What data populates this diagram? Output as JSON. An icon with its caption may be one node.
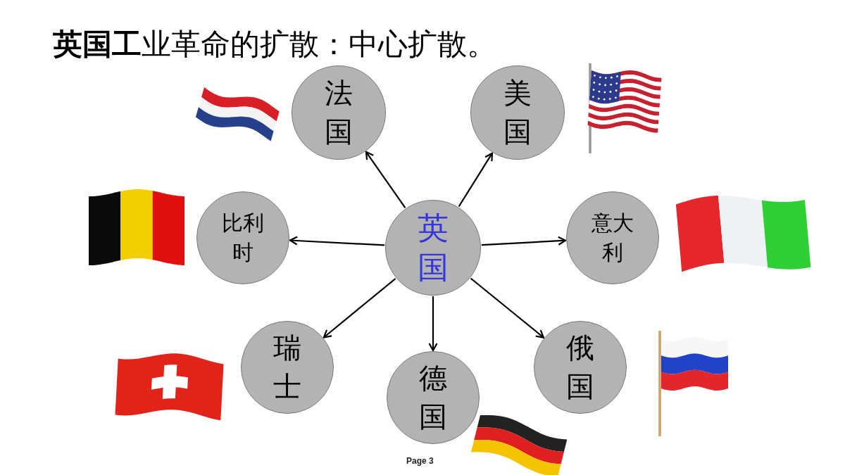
{
  "diagram": {
    "title": "**英国工**业革命的扩散：中心扩散。",
    "nodes": [
      {
        "text": [
          "法国"
        ]
      },
      {
        "text": [
          "美国"
        ]
      },
      {
        "text": [
          "比利时"
        ]
      },
      {
        "text": [
          "英国"
        ]
      },
      {
        "text": [
          "意大利"
        ]
      },
      {
        "text": [
          "瑞士"
        ]
      },
      {
        "text": [
          "德国"
        ]
      },
      {
        "text": [
          "俄国"
        ]
      }
    ],
    "edges": [
      {
        "from": 3,
        "to": 0,
        "arrow": "to"
      },
      {
        "from": 3,
        "to": 1,
        "arrow": "to"
      },
      {
        "from": 3,
        "to": 2,
        "arrow": "to"
      },
      {
        "from": 3,
        "to": 4,
        "arrow": "to"
      },
      {
        "from": 3,
        "to": 5,
        "arrow": "to"
      },
      {
        "from": 3,
        "to": 6,
        "arrow": "to"
      },
      {
        "from": 3,
        "to": 7,
        "arrow": "to"
      }
    ],
    "labels": [
      "Page 3"
    ]
  }
}
